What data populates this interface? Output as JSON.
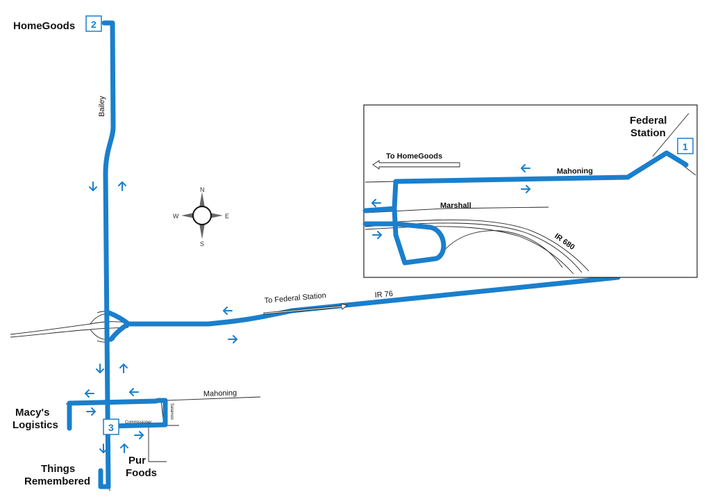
{
  "colors": {
    "route": "#1a7fcc",
    "road": "#222222",
    "background": "#ffffff"
  },
  "places": {
    "homegoods": "HomeGoods",
    "federal_station": [
      "Federal",
      "Station"
    ],
    "macys_logistics": [
      "Macy's",
      "Logistics"
    ],
    "things_remembered": [
      "Things",
      "Remembered"
    ],
    "pur_foods": [
      "Pur",
      "Foods"
    ]
  },
  "stops": {
    "stop1": "1",
    "stop2": "2",
    "stop3": "3"
  },
  "roads": {
    "bailey": "Bailey",
    "ir76": "IR 76",
    "mahoning_main": "Mahoning",
    "mahoning_inset": "Mahoning",
    "marshall": "Marshall",
    "ir680": "IR 680",
    "commissioner": "Commissioner",
    "salamander": "Salamon"
  },
  "signs": {
    "to_federal_station": "To Federal Station",
    "to_homegoods": "To HomeGoods"
  },
  "compass": {
    "n": "N",
    "e": "E",
    "s": "S",
    "w": "W"
  },
  "icons": [
    "arrow-up-icon",
    "arrow-down-icon",
    "arrow-left-icon",
    "arrow-right-icon",
    "compass-rose-icon",
    "stop-marker-icon"
  ]
}
